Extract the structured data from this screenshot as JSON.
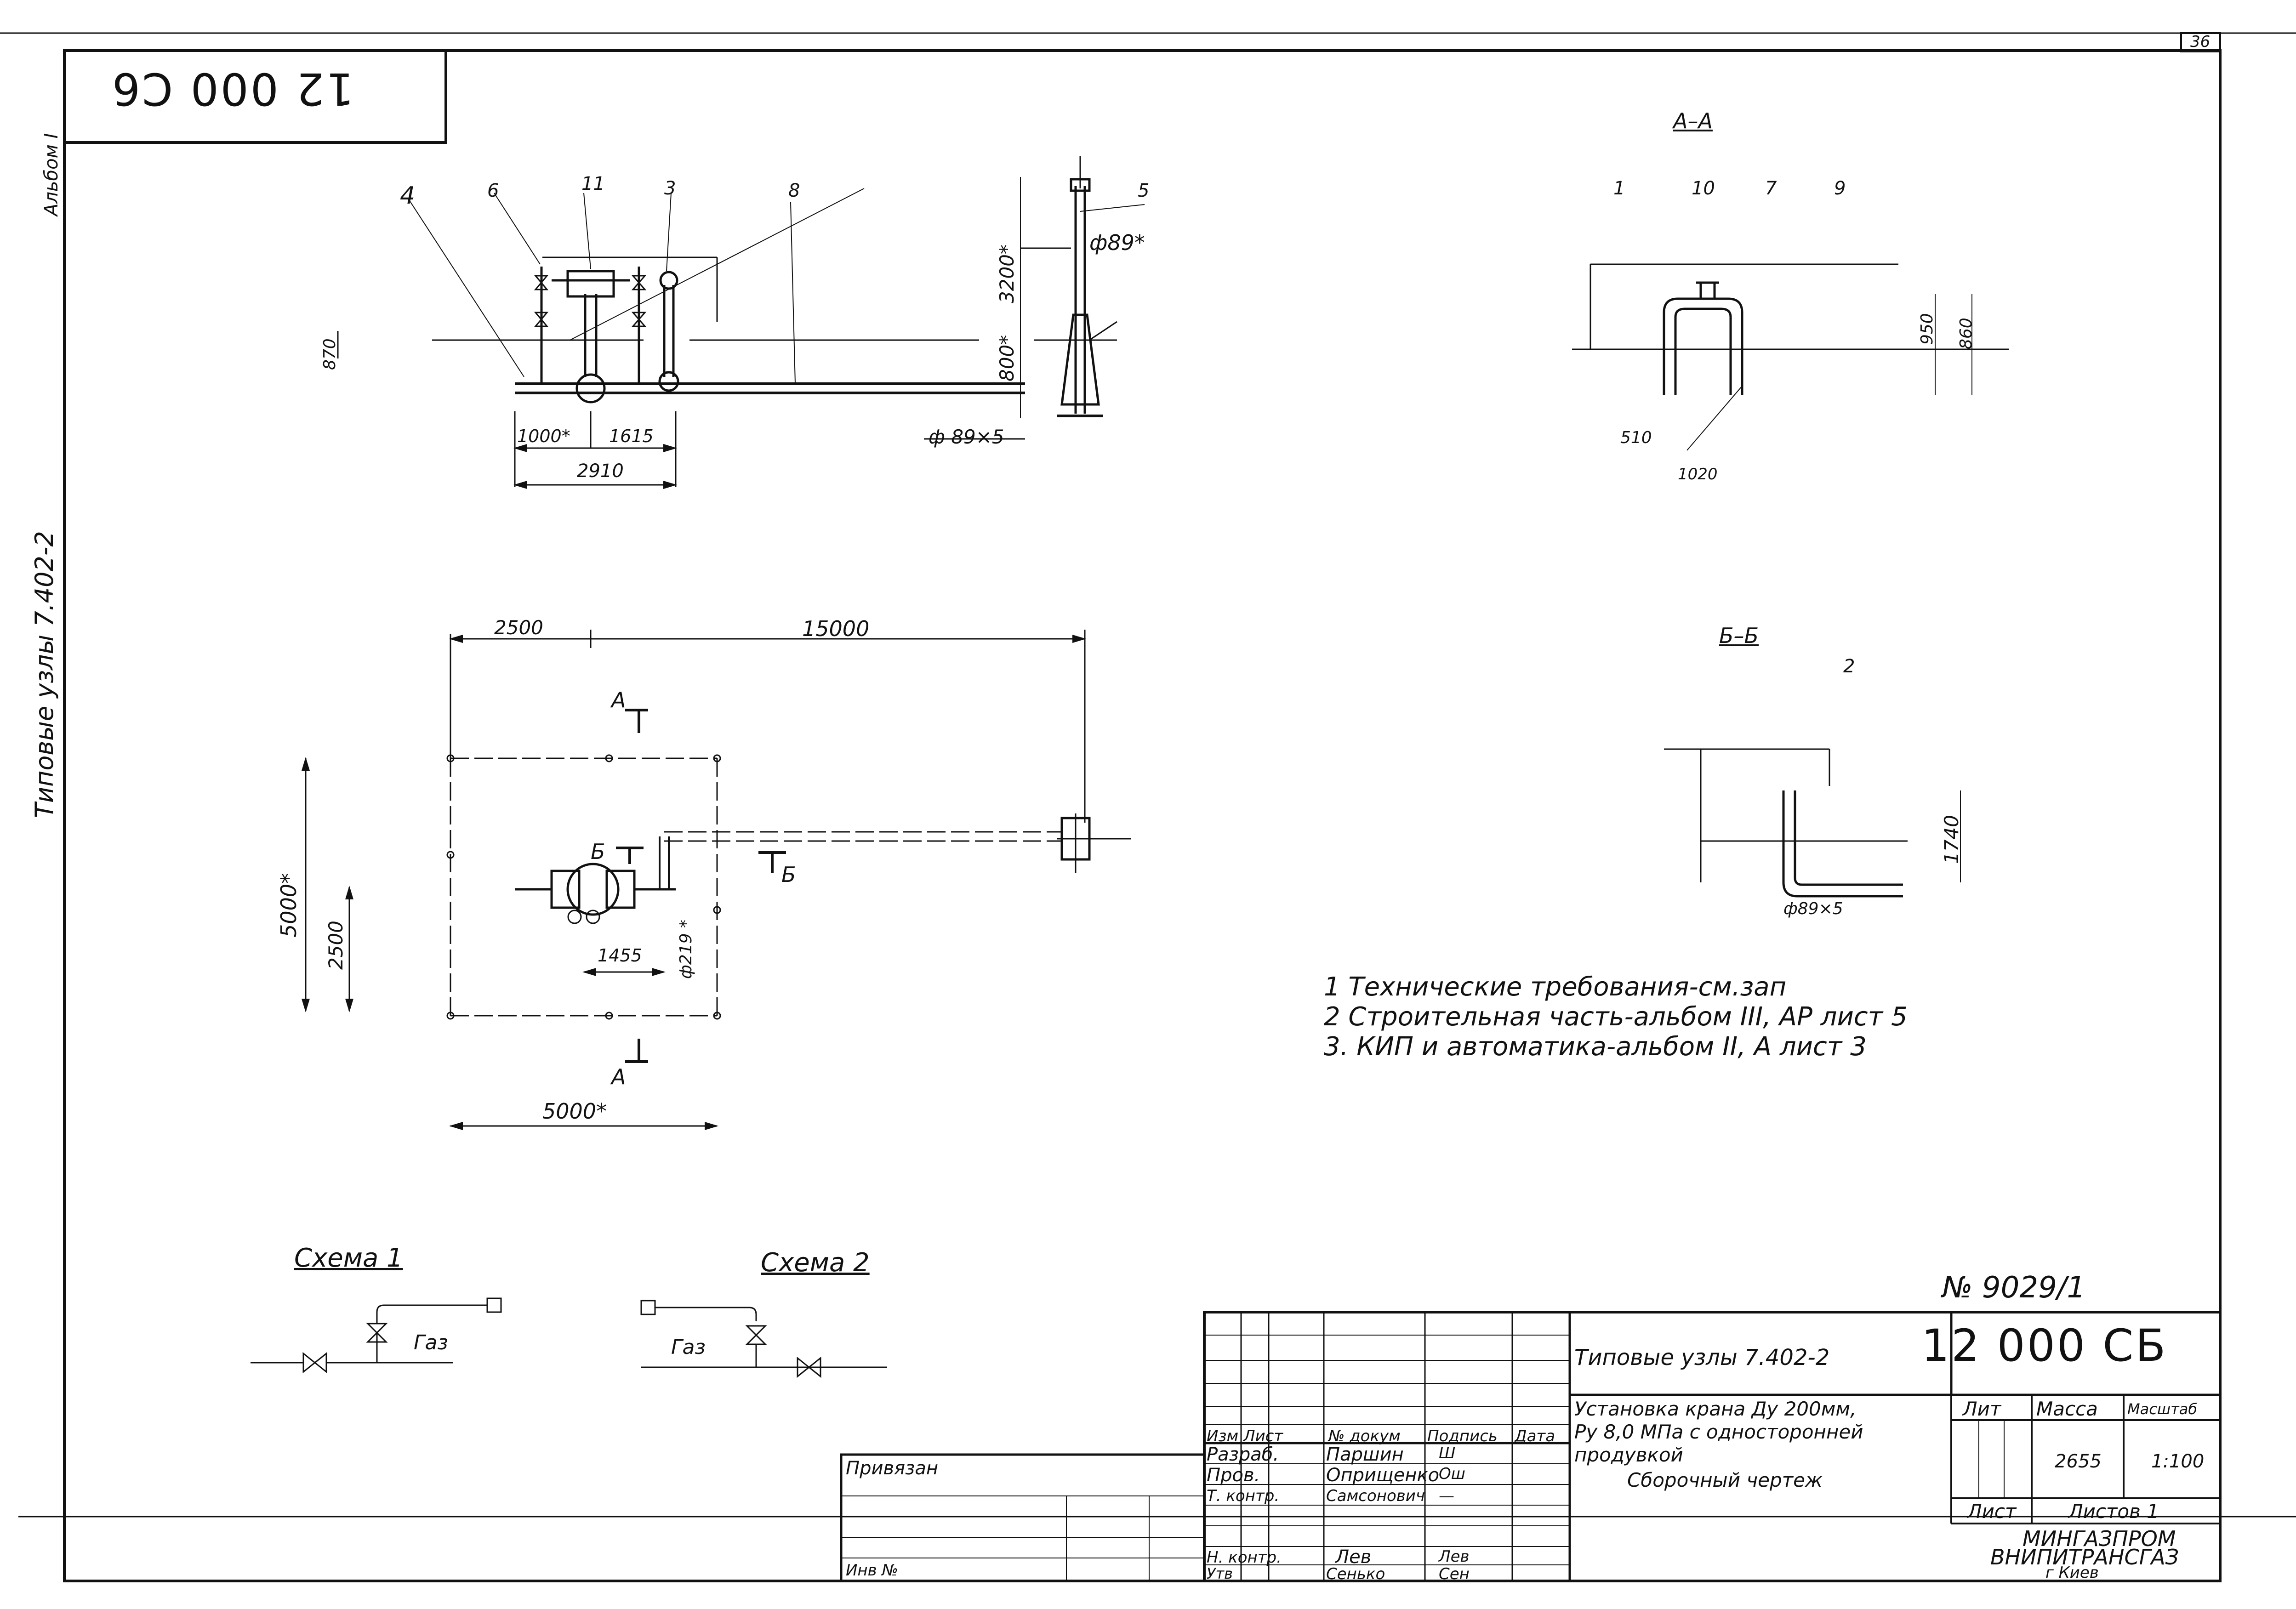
{
  "stamp": {
    "code": "12 000 С6",
    "sheet_number": "36"
  },
  "margin": {
    "album": "Альбом I",
    "series": "Типовые узлы 7.402-2"
  },
  "elevation": {
    "callouts": [
      "4",
      "6",
      "11",
      "3",
      "8",
      "5"
    ],
    "dims": [
      "870",
      "3200*",
      "ф89*",
      "800*",
      "1000*",
      "1615",
      "2910",
      "ф 89×5"
    ]
  },
  "section_aa": {
    "title": "А–А",
    "callouts": [
      "1",
      "10",
      "7",
      "9"
    ],
    "dims": [
      "950",
      "860",
      "510",
      "1020"
    ]
  },
  "section_bb": {
    "title": "Б–Б",
    "callouts": [
      "2"
    ],
    "dims": [
      "1740",
      "ф89×5"
    ]
  },
  "plan": {
    "dims": [
      "2500",
      "15000",
      "5000*",
      "2500",
      "1455",
      "ф219 *",
      "5000*"
    ],
    "cut_marks": [
      "А",
      "А",
      "Б",
      "Б"
    ]
  },
  "notes": [
    "1 Технические требования-см.зап",
    "2 Строительная часть-альбом III, АР лист 5",
    "3. КИП и автоматика-альбом II, А лист 3"
  ],
  "schemes": [
    {
      "title": "Схема 1",
      "label": "Газ"
    },
    {
      "title": "Схема 2",
      "label": "Газ"
    }
  ],
  "title_block": {
    "doc_number": "№ 9029/1",
    "series": "Типовые узлы 7.402-2",
    "code": "12 000 СБ",
    "name_lines": [
      "Установка крана Ду 200мм,",
      "Ру 8,0 МПа с односторонней",
      "продувкой",
      "Сборочный чертеж"
    ],
    "col_headers": [
      "Изм",
      "Лист",
      "№ докум",
      "Подпись",
      "Дата"
    ],
    "roles": [
      "Разраб.",
      "Пров.",
      "Т. контр.",
      "",
      "Н. контр.",
      "Утв"
    ],
    "names": [
      "Паршин",
      "Оприщенко",
      "Самсонович",
      "",
      "Лев",
      "Сенько"
    ],
    "signatures": [
      "Ш",
      "Ош",
      "—",
      "",
      "Лев",
      "Сен"
    ],
    "lit_header": "Лит",
    "mass_header": "Масса",
    "scale_header": "Масштаб",
    "mass": "2655",
    "scale": "1:100",
    "sheet_label": "Лист",
    "sheets_label": "Листов 1",
    "org_lines": [
      "МИНГАЗПРОМ",
      "ВНИПИТРАНСГАЗ",
      "г Киев"
    ],
    "privyazan": "Привязан",
    "inv": "Инв №"
  }
}
